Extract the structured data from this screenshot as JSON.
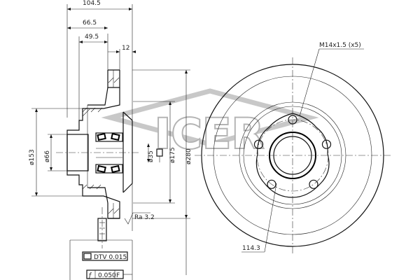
{
  "watermark": {
    "brand": "ICER"
  },
  "side_view": {
    "dims": {
      "overall_offset": "104.5",
      "offset_2": "66.5",
      "offset_3": "49.5",
      "disc_thickness": "12"
    },
    "diameters": {
      "flange": "ø153",
      "hub_bore": "ø66",
      "inner_bore": "ø35",
      "hat": "ø175",
      "disc": "ø280"
    },
    "surface_finish": "Ra 3.2",
    "tolerances": {
      "dtv": "DTV 0.015",
      "runout": "0.050",
      "runout_suffix": "F"
    }
  },
  "front_view": {
    "bolt_spec": "M14x1.5 (x5)",
    "pcd": "114.3",
    "bolt_count": 5
  }
}
